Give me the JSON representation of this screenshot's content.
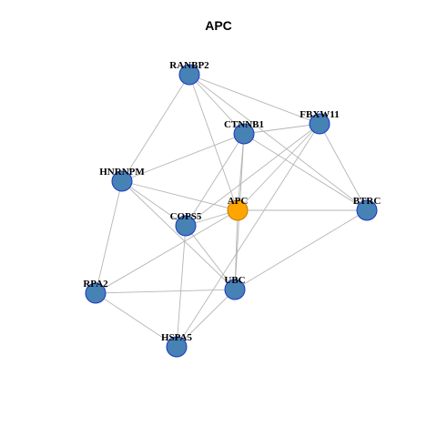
{
  "title": "APC",
  "colors": {
    "node_default": "#4682b4",
    "node_default_border": "#1a35c8",
    "node_focus": "#ffa500",
    "node_focus_border": "#c07800",
    "edge": "#b5b5b5"
  },
  "nodes": [
    {
      "id": "RANBP2",
      "label": "RANBP2",
      "focus": false
    },
    {
      "id": "CTNNB1",
      "label": "CTNNB1",
      "focus": false
    },
    {
      "id": "FBXW11",
      "label": "FBXW11",
      "focus": false
    },
    {
      "id": "HNRNPM",
      "label": "HNRNPM",
      "focus": false
    },
    {
      "id": "APC",
      "label": "APC",
      "focus": true
    },
    {
      "id": "COPS5",
      "label": "COPS5",
      "focus": false
    },
    {
      "id": "BTRC",
      "label": "BTRC",
      "focus": false
    },
    {
      "id": "RPA2",
      "label": "RPA2",
      "focus": false
    },
    {
      "id": "UBC",
      "label": "UBC",
      "focus": false
    },
    {
      "id": "HSPA5",
      "label": "HSPA5",
      "focus": false
    }
  ],
  "edges": [
    [
      "RANBP2",
      "CTNNB1"
    ],
    [
      "RANBP2",
      "FBXW11"
    ],
    [
      "RANBP2",
      "HNRNPM"
    ],
    [
      "RANBP2",
      "APC"
    ],
    [
      "RANBP2",
      "BTRC"
    ],
    [
      "CTNNB1",
      "FBXW11"
    ],
    [
      "CTNNB1",
      "HNRNPM"
    ],
    [
      "CTNNB1",
      "APC"
    ],
    [
      "CTNNB1",
      "COPS5"
    ],
    [
      "CTNNB1",
      "BTRC"
    ],
    [
      "CTNNB1",
      "UBC"
    ],
    [
      "FBXW11",
      "COPS5"
    ],
    [
      "FBXW11",
      "APC"
    ],
    [
      "FBXW11",
      "BTRC"
    ],
    [
      "FBXW11",
      "HSPA5"
    ],
    [
      "HNRNPM",
      "APC"
    ],
    [
      "HNRNPM",
      "COPS5"
    ],
    [
      "HNRNPM",
      "RPA2"
    ],
    [
      "HNRNPM",
      "UBC"
    ],
    [
      "APC",
      "BTRC"
    ],
    [
      "APC",
      "UBC"
    ],
    [
      "APC",
      "COPS5"
    ],
    [
      "APC",
      "RPA2"
    ],
    [
      "COPS5",
      "UBC"
    ],
    [
      "COPS5",
      "HSPA5"
    ],
    [
      "BTRC",
      "UBC"
    ],
    [
      "RPA2",
      "UBC"
    ],
    [
      "RPA2",
      "HSPA5"
    ],
    [
      "UBC",
      "HSPA5"
    ]
  ]
}
